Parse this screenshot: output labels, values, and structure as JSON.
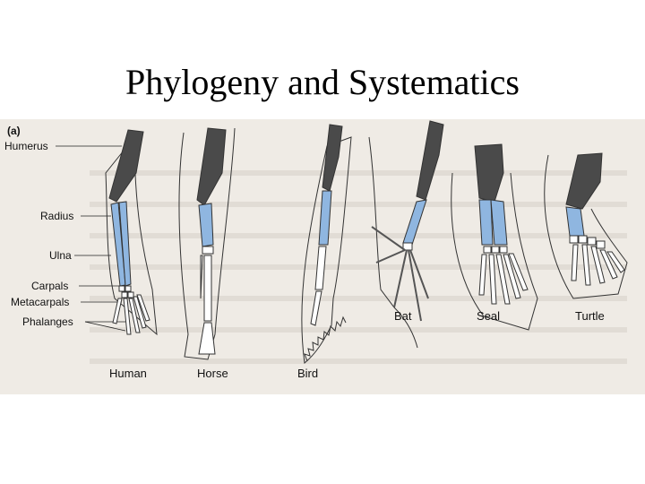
{
  "slide": {
    "title": "Phylogeny and Systematics"
  },
  "figure": {
    "panel_label": "(a)",
    "bone_labels": [
      "Humerus",
      "Radius",
      "Ulna",
      "Carpals",
      "Metacarpals",
      "Phalanges"
    ],
    "animals": [
      "Human",
      "Horse",
      "Bird",
      "Bat",
      "Seal",
      "Turtle"
    ],
    "colors": {
      "humerus": "#4a4a4a",
      "forearm": "#8fb6e0",
      "outline": "#333333",
      "background": "#f0ece6"
    }
  }
}
